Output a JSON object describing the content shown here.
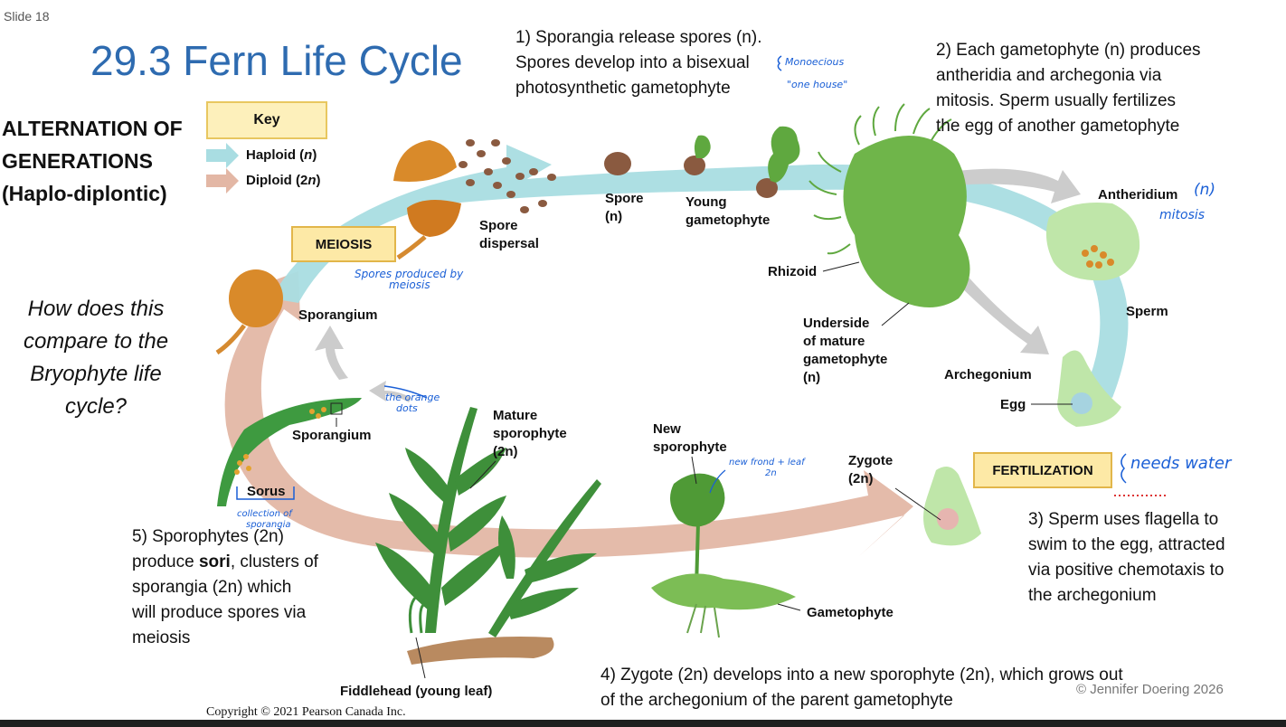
{
  "slide_label": "Slide 18",
  "title": "29.3 Fern Life Cycle",
  "heading_lines": [
    "ALTERNATION OF",
    "GENERATIONS",
    "(Haplo-diplontic)"
  ],
  "key": {
    "title": "Key",
    "haploid": "Haploid (n)",
    "diploid": "Diploid (2n)",
    "haploid_color": "#a9dde2",
    "diploid_color": "#e3b7a5"
  },
  "question_lines": [
    "How does this",
    "compare to the",
    "Bryophyte life",
    "cycle?"
  ],
  "steps": {
    "step1": [
      "1) Sporangia release spores (n).",
      "Spores develop into a bisexual",
      "photosynthetic gametophyte"
    ],
    "step2": [
      "2) Each gametophyte (n)  produces",
      "antheridia and archegonia via",
      "mitosis. Sperm usually fertilizes",
      "the egg of another gametophyte"
    ],
    "step3": [
      "3) Sperm uses flagella to",
      "swim to the egg, attracted",
      "via positive chemotaxis to",
      "the archegonium"
    ],
    "step4": [
      "4) Zygote (2n)  develops into a new sporophyte (2n), which grows out",
      "of the archegonium of the parent gametophyte"
    ],
    "step5_line1": "5) Sporophytes (2n)",
    "step5_pre": "produce ",
    "step5_bold": "sori",
    "step5_post": ", clusters of",
    "step5_rest": [
      "sporangia (2n) which",
      "will produce spores via",
      "meiosis"
    ]
  },
  "stage_boxes": {
    "meiosis": "MEIOSIS",
    "fertilization": "FERTILIZATION"
  },
  "labels": {
    "spore_dispersal": [
      "Spore",
      "dispersal"
    ],
    "spore": [
      "Spore",
      "(n)"
    ],
    "young_gametophyte": [
      "Young",
      "gametophyte"
    ],
    "rhizoid": "Rhizoid",
    "underside": [
      "Underside",
      "of mature",
      "gametophyte",
      "(n)"
    ],
    "antheridium": "Antheridium",
    "sperm": "Sperm",
    "archegonium": "Archegonium",
    "egg": "Egg",
    "zygote": [
      "Zygote",
      "(2n)"
    ],
    "new_sporophyte": [
      "New",
      "sporophyte"
    ],
    "gametophyte": "Gametophyte",
    "mature_sporophyte": [
      "Mature",
      "sporophyte",
      "(2n)"
    ],
    "fiddlehead": "Fiddlehead (young leaf)",
    "sporangium_top": "Sporangium",
    "sporangium_leaf": "Sporangium",
    "sorus": "Sorus"
  },
  "handwritten": {
    "monoecious": "Monoecious",
    "one_house": "\"one house\"",
    "spores_meiosis": [
      "Spores produced by",
      "meiosis"
    ],
    "antheridium_n": "(n)",
    "mitosis": "mitosis",
    "orange_dots": [
      "the orange",
      "dots"
    ],
    "new_frond": [
      "new frond + leaf",
      "2n"
    ],
    "needs_water": "needs water",
    "collection": [
      "collection of",
      "sporangia"
    ]
  },
  "copyright": "Copyright © 2021 Pearson Canada Inc.",
  "author_credit": "© Jennifer Doering 2026"
}
